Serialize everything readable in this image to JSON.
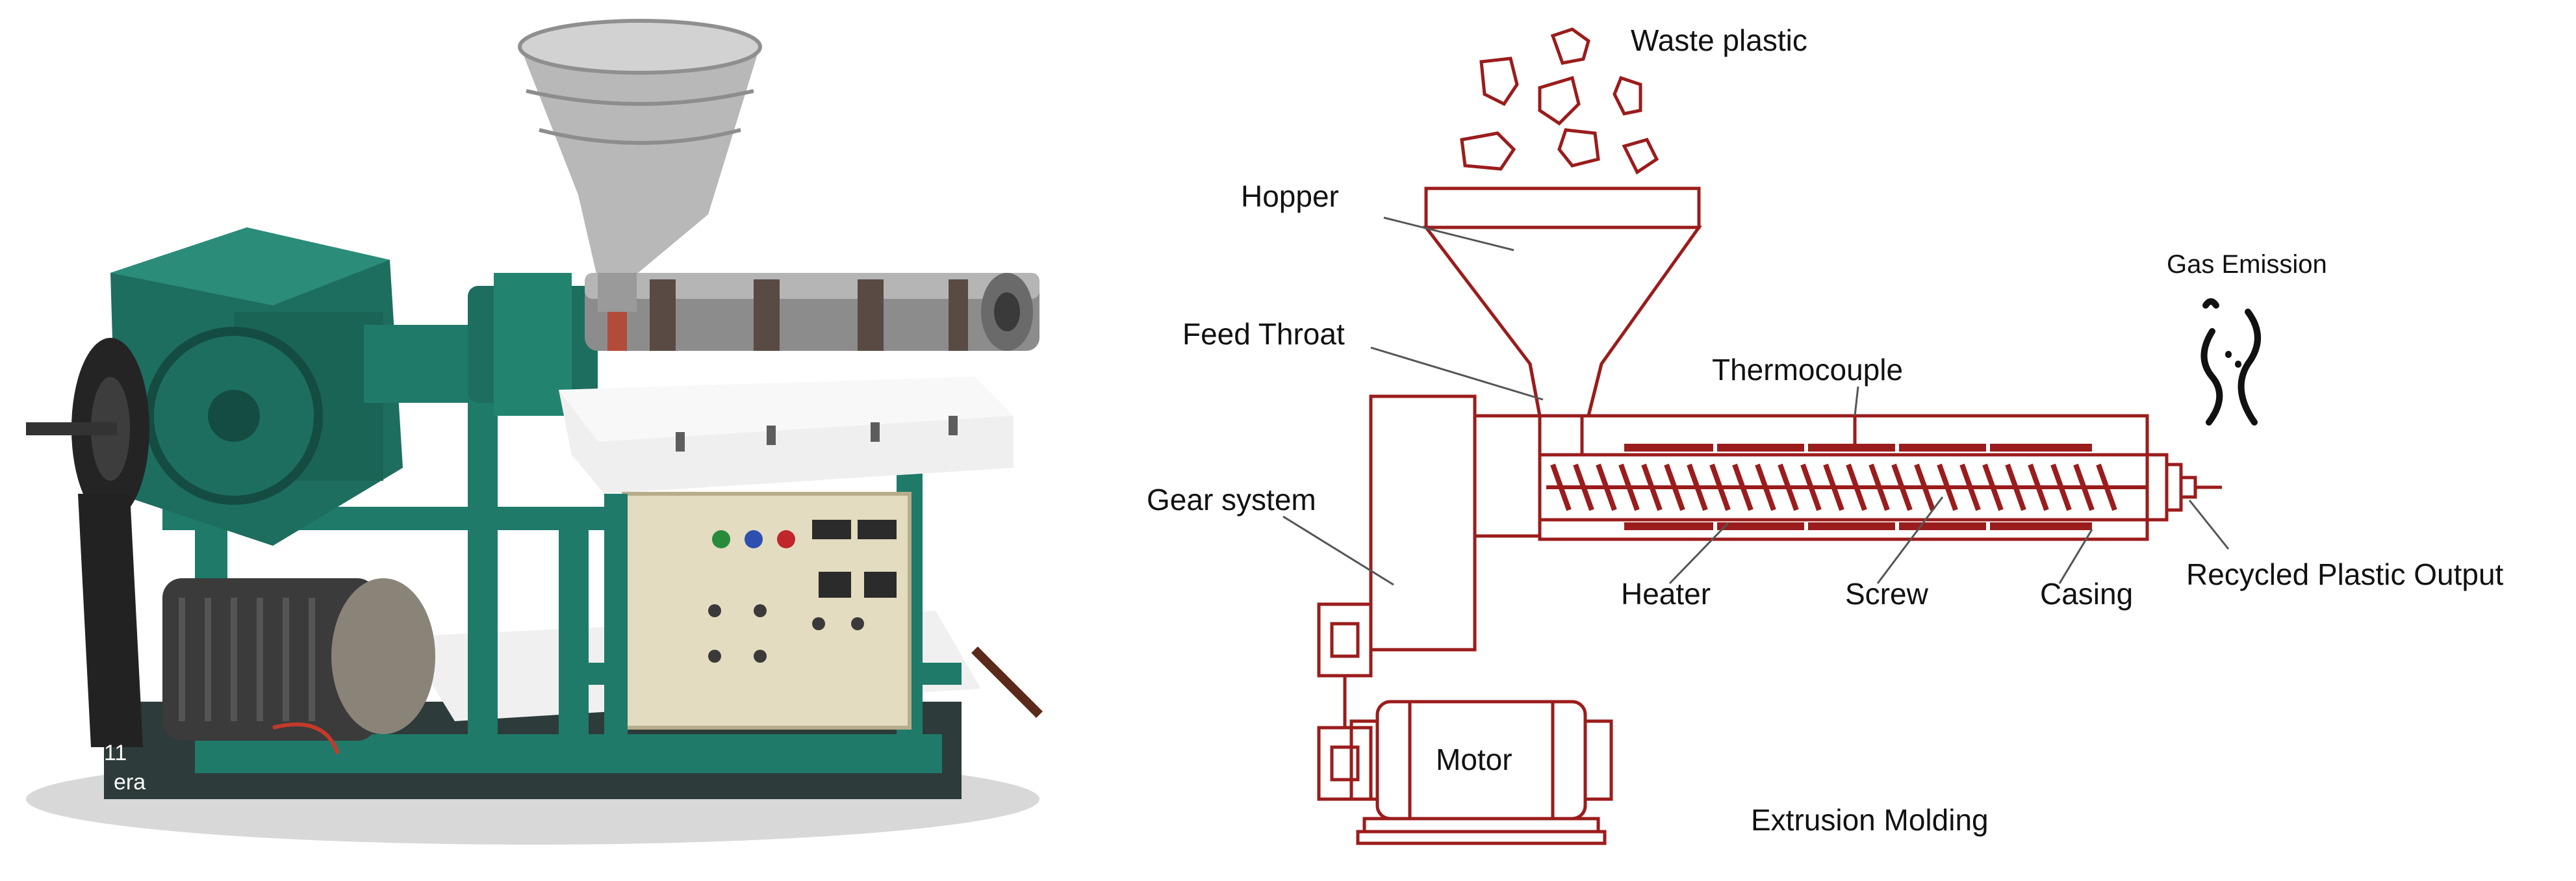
{
  "labels": {
    "waste_plastic": "Waste plastic",
    "hopper": "Hopper",
    "feed_throat": "Feed Throat",
    "thermocouple": "Thermocouple",
    "gas_emission": "Gas Emission",
    "gear_system": "Gear system",
    "heater": "Heater",
    "screw": "Screw",
    "casing": "Casing",
    "recycled_output": "Recycled Plastic Output",
    "motor": "Motor",
    "caption": "Extrusion Molding"
  },
  "photo_overlay_text": {
    "line1": "11",
    "line2": "era"
  },
  "colors": {
    "diagram_line": "#9b1c1c",
    "machine_green": "#1f7a6a",
    "machine_metal": "#a9a9a9",
    "panel_beige": "#e8e2c8"
  }
}
